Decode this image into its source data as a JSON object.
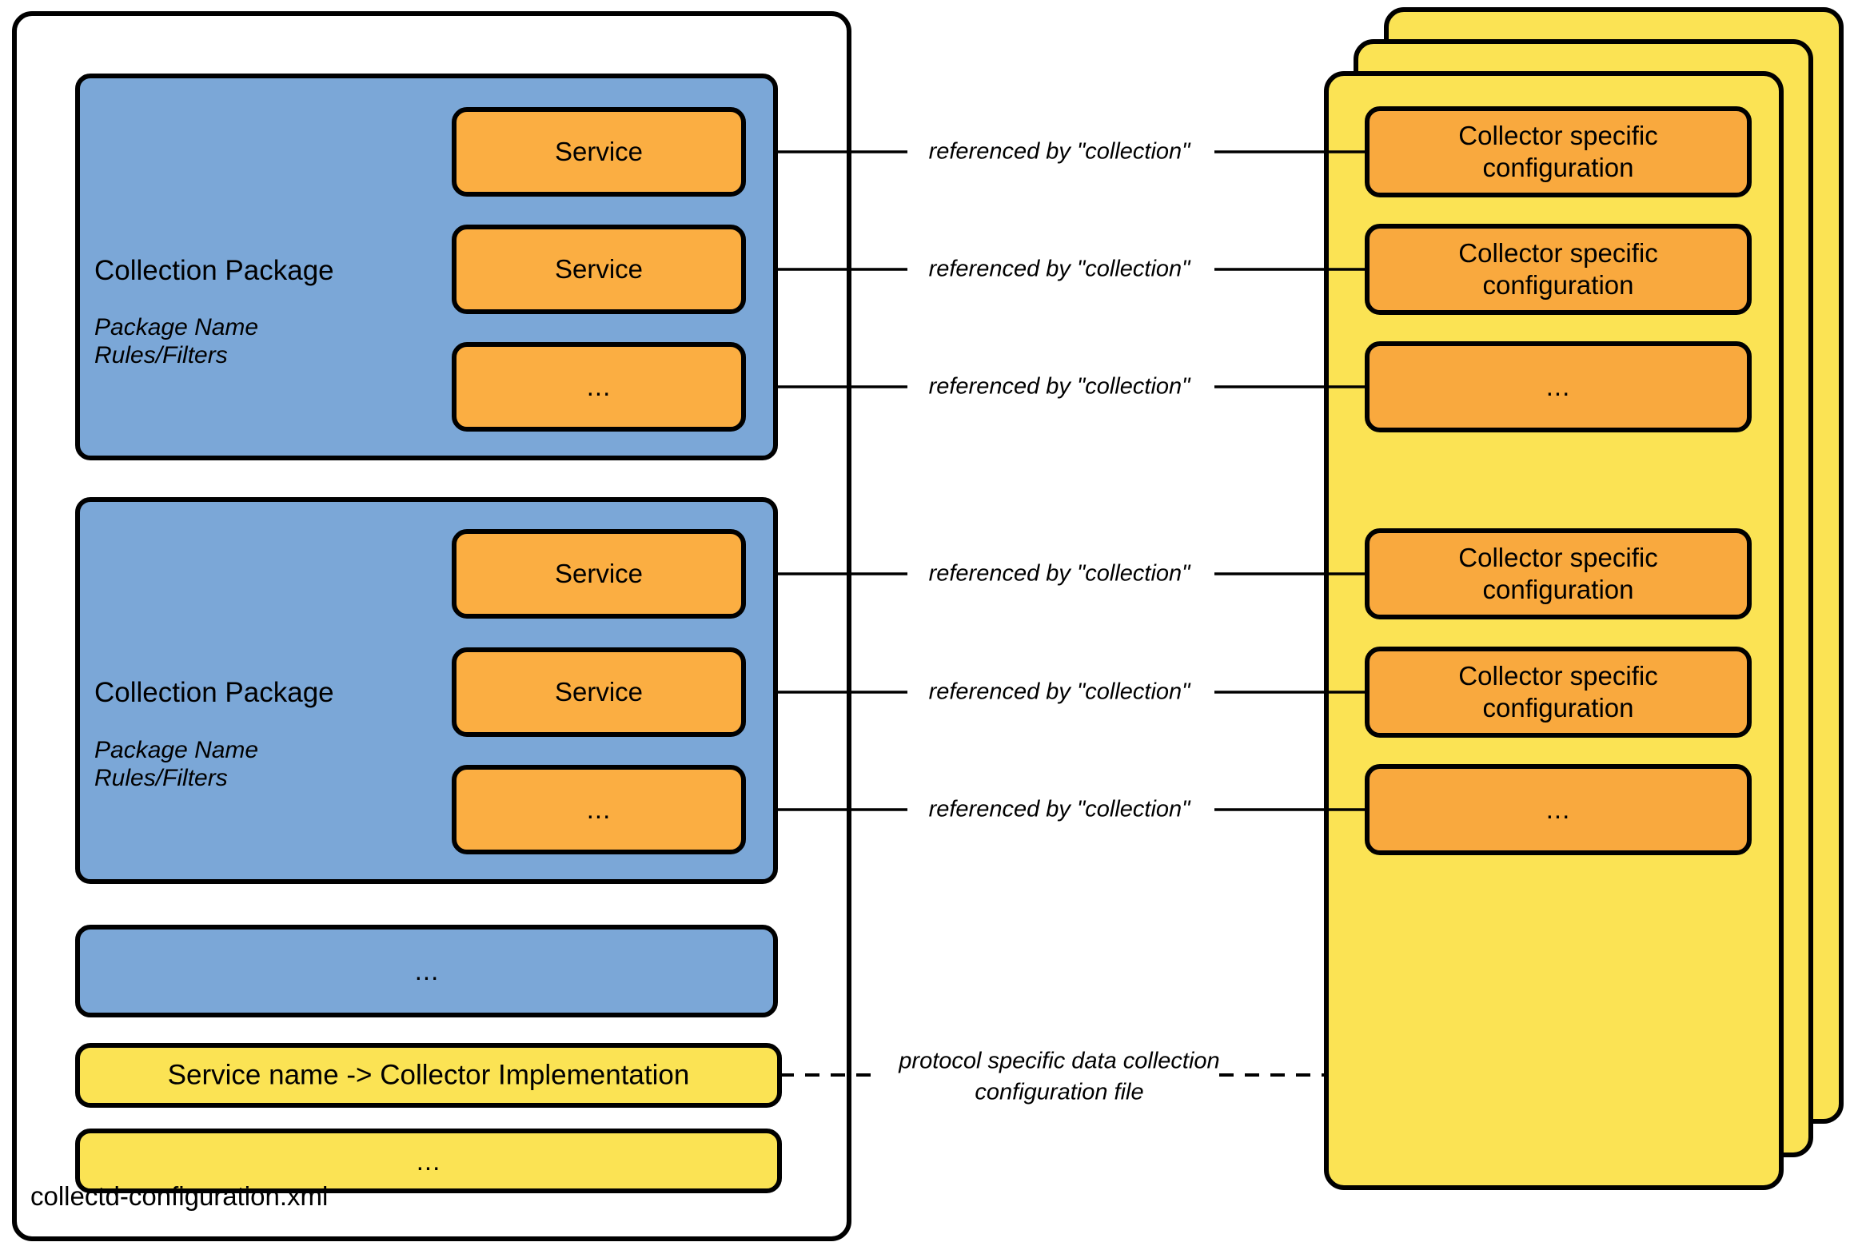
{
  "diagram": {
    "title_label": "collectd-configuration.xml",
    "colors": {
      "package_blue": "#7BA7D7",
      "service_orange": "#FBAE42",
      "card_yellow": "#FBE354",
      "map_yellow": "#FBE354",
      "stroke": "#000000",
      "background": "#FFFFFF"
    }
  },
  "left_container": {
    "name": "collectd-configuration.xml",
    "caption": "collectd-configuration.xml",
    "packages": [
      {
        "title": "Collection Package",
        "sub_line_1": "Package Name",
        "sub_line_2": "Rules/Filters",
        "services": [
          {
            "label": "Service"
          },
          {
            "label": "Service"
          },
          {
            "label": "..."
          }
        ]
      },
      {
        "title": "Collection Package",
        "sub_line_1": "Package Name",
        "sub_line_2": "Rules/Filters",
        "services": [
          {
            "label": "Service"
          },
          {
            "label": "Service"
          },
          {
            "label": "..."
          }
        ]
      }
    ],
    "package_ellipsis": "...",
    "mapping_row": "Service name -> Collector Implementation",
    "mapping_ellipsis": "..."
  },
  "edge_labels": {
    "referenced_by": "referenced by \"collection\"",
    "protocol_file_line_1": "protocol specific data collection",
    "protocol_file_line_2": "configuration file",
    "all_referenced": [
      "referenced by \"collection\"",
      "referenced by \"collection\"",
      "referenced by \"collection\"",
      "referenced by \"collection\"",
      "referenced by \"collection\"",
      "referenced by \"collection\""
    ]
  },
  "right_stack": {
    "card_count": 3,
    "front_card": {
      "entries": [
        {
          "line_1": "Collector specific",
          "line_2": "configuration"
        },
        {
          "line_1": "Collector specific",
          "line_2": "configuration"
        },
        {
          "line_1": "...",
          "line_2": ""
        },
        {
          "line_1": "Collector specific",
          "line_2": "configuration"
        },
        {
          "line_1": "Collector specific",
          "line_2": "configuration"
        },
        {
          "line_1": "...",
          "line_2": ""
        }
      ]
    }
  }
}
